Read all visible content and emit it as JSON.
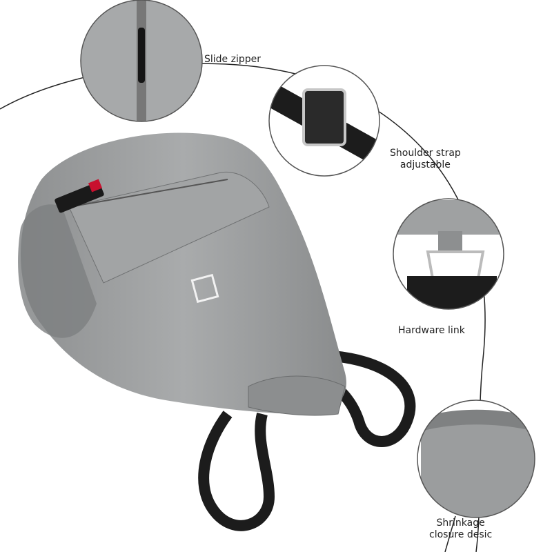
{
  "callouts": {
    "slide_zipper": "Slide zipper",
    "shoulder_strap": [
      "Shoulder strap",
      "adjustable"
    ],
    "hardware_link": "Hardware link",
    "shrinkage": [
      "Shrinkage",
      "closure desic"
    ]
  },
  "colors": {
    "bag": "#9a9c9d",
    "strap": "#1c1c1c",
    "line": "#222222"
  }
}
